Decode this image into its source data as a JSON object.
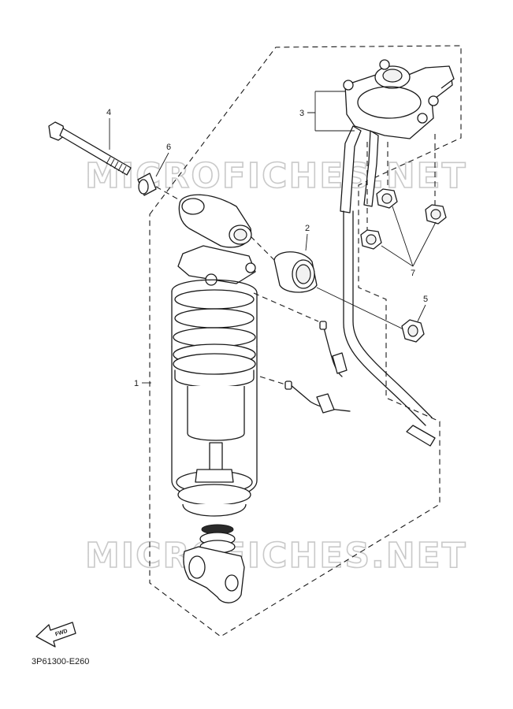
{
  "watermark": {
    "top": "MICROFICHES.NET",
    "bottom": "MICROFICHES.NET"
  },
  "callouts": {
    "c1": "1",
    "c2": "2",
    "c3": "3",
    "c4": "4",
    "c5": "5",
    "c6": "6",
    "c7": "7"
  },
  "fwd_label": "FWD",
  "diagram_code": "3P61300-E260"
}
